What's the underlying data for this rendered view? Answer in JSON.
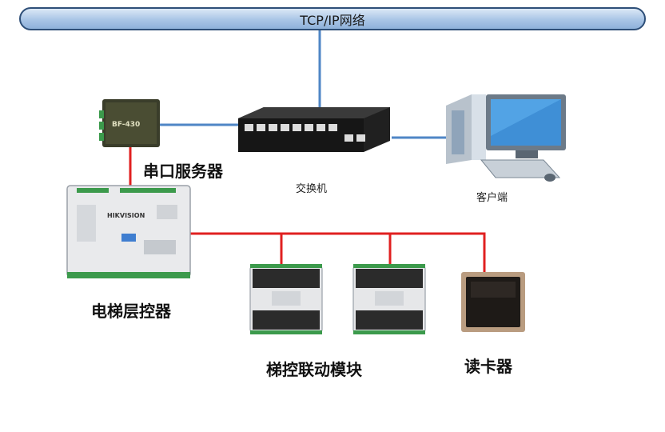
{
  "network": {
    "label": "TCP/IP网络"
  },
  "devices": {
    "serial_server": {
      "label": "串口服务器",
      "badge": "BF-430"
    },
    "switch": {
      "label": "交换机"
    },
    "client": {
      "label": "客户端"
    },
    "elevator_controller": {
      "label": "电梯层控器",
      "brand": "HIKVISION"
    },
    "linkage_module": {
      "label": "梯控联动模块"
    },
    "card_reader": {
      "label": "读卡器"
    }
  },
  "colors": {
    "ethernet": "#4f86c6",
    "rs485": "#e02020",
    "bus_border": "#2e4f78"
  }
}
